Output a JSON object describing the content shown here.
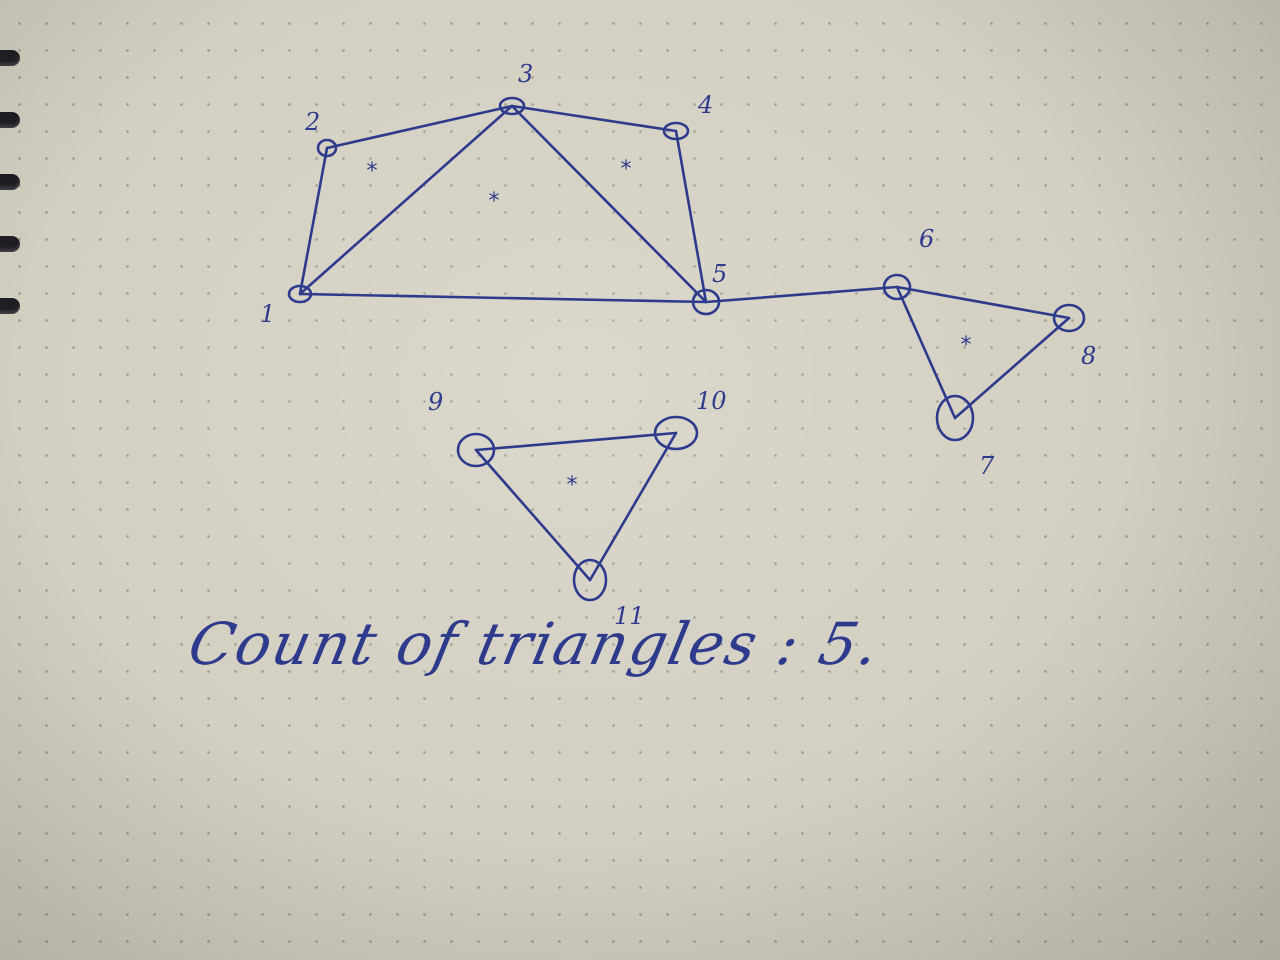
{
  "nodes": [
    {
      "id": "1",
      "label": "1"
    },
    {
      "id": "2",
      "label": "2"
    },
    {
      "id": "3",
      "label": "3"
    },
    {
      "id": "4",
      "label": "4"
    },
    {
      "id": "5",
      "label": "5"
    },
    {
      "id": "6",
      "label": "6"
    },
    {
      "id": "7",
      "label": "7"
    },
    {
      "id": "8",
      "label": "8"
    },
    {
      "id": "9",
      "label": "9"
    },
    {
      "id": "10",
      "label": "10"
    },
    {
      "id": "11",
      "label": "11"
    }
  ],
  "edges": [
    [
      "1",
      "2"
    ],
    [
      "2",
      "3"
    ],
    [
      "3",
      "4"
    ],
    [
      "1",
      "3"
    ],
    [
      "3",
      "5"
    ],
    [
      "4",
      "5"
    ],
    [
      "1",
      "5"
    ],
    [
      "5",
      "6"
    ],
    [
      "6",
      "7"
    ],
    [
      "6",
      "8"
    ],
    [
      "7",
      "8"
    ],
    [
      "9",
      "10"
    ],
    [
      "9",
      "11"
    ],
    [
      "10",
      "11"
    ]
  ],
  "triangle_marks": [
    "*",
    "*",
    "*",
    "*",
    "*"
  ],
  "caption": "Count of triangles : 5."
}
